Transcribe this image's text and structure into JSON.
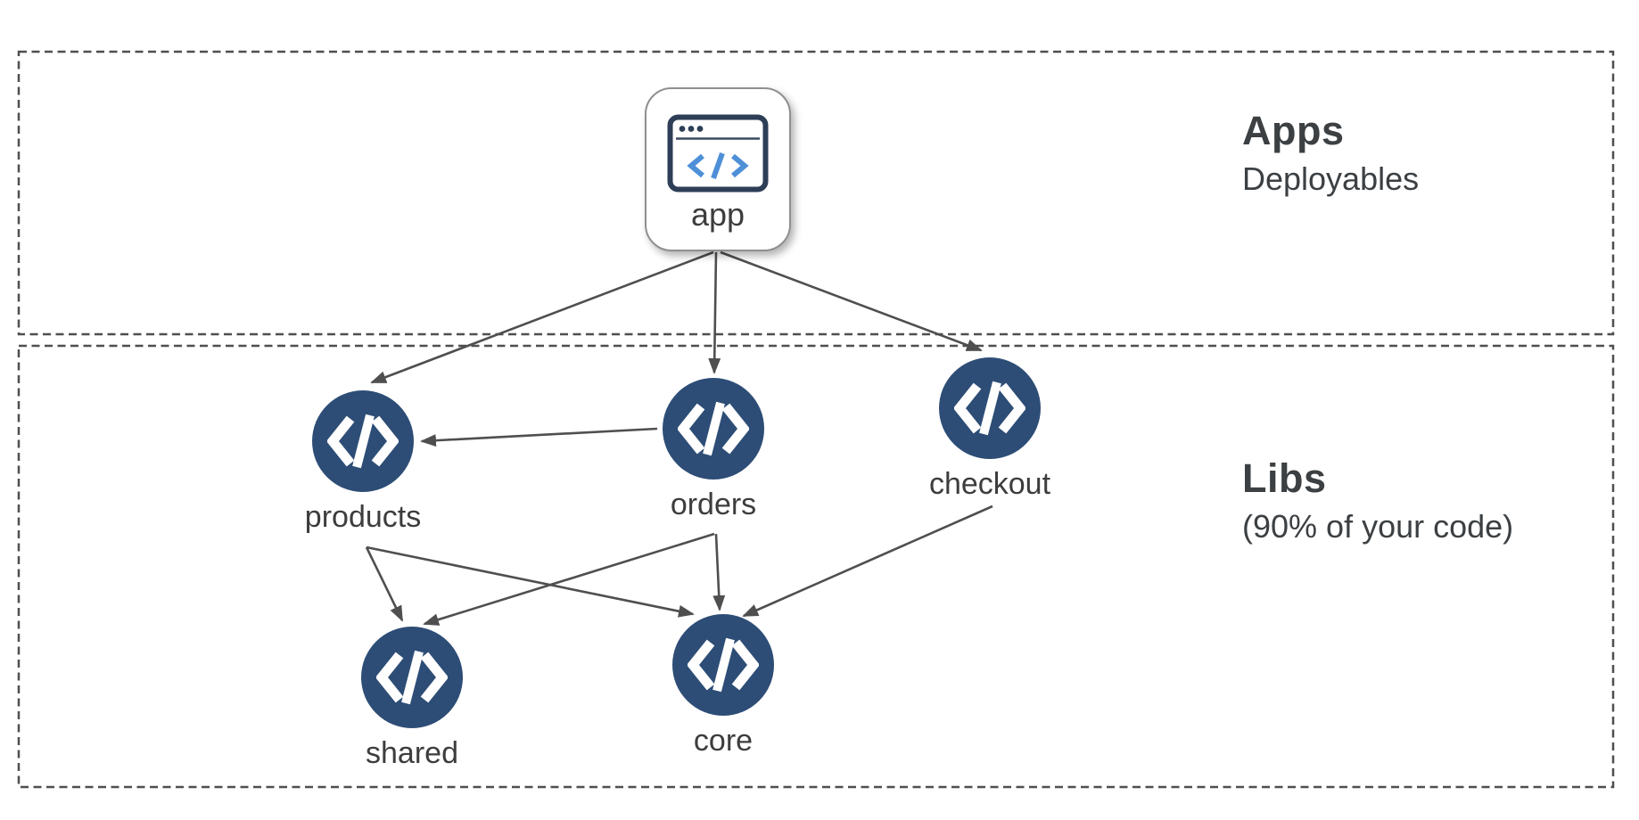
{
  "diagram": {
    "sections": {
      "apps": {
        "title": "Apps",
        "subtitle": "Deployables"
      },
      "libs": {
        "title": "Libs",
        "subtitle": "(90% of your code)"
      }
    },
    "nodes": {
      "app": {
        "label": "app",
        "icon": "browser-window-icon"
      },
      "products": {
        "label": "products",
        "icon": "code-icon"
      },
      "orders": {
        "label": "orders",
        "icon": "code-icon"
      },
      "checkout": {
        "label": "checkout",
        "icon": "code-icon"
      },
      "shared": {
        "label": "shared",
        "icon": "code-icon"
      },
      "core": {
        "label": "core",
        "icon": "code-icon"
      }
    },
    "edges": [
      {
        "from": "app",
        "to": "products"
      },
      {
        "from": "app",
        "to": "orders"
      },
      {
        "from": "app",
        "to": "checkout"
      },
      {
        "from": "orders",
        "to": "products"
      },
      {
        "from": "products",
        "to": "shared"
      },
      {
        "from": "products",
        "to": "core"
      },
      {
        "from": "orders",
        "to": "shared"
      },
      {
        "from": "orders",
        "to": "core"
      },
      {
        "from": "checkout",
        "to": "core"
      }
    ],
    "colors": {
      "node_fill": "#2d4d76",
      "node_glyph": "#ffffff",
      "arrow": "#4f4f4f",
      "dashed_border": "#4f4f4f",
      "app_icon_outline": "#2d3e56",
      "app_icon_code_blue": "#4e90d8",
      "text": "#3d3d3d"
    }
  }
}
